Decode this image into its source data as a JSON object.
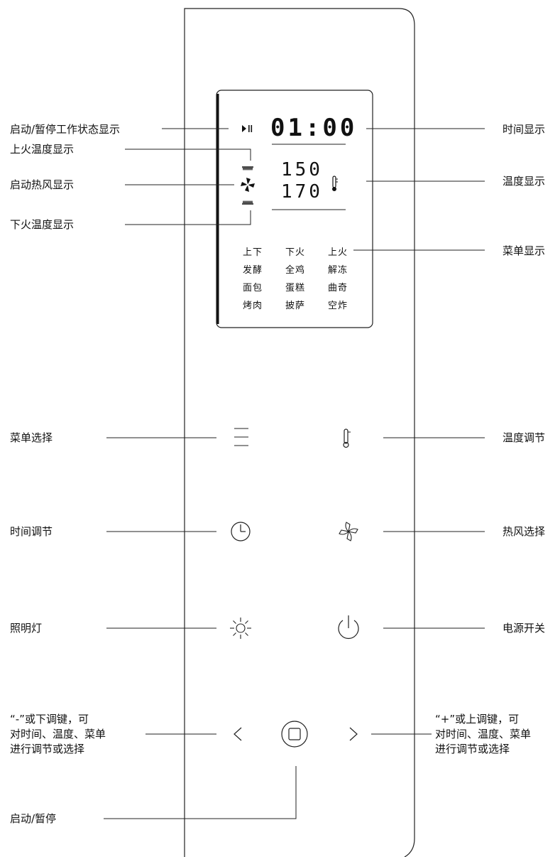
{
  "display": {
    "time": "01:00",
    "temp_upper": "150",
    "temp_lower": "170",
    "menu_items": [
      [
        "上下",
        "下火",
        "上火"
      ],
      [
        "发酵",
        "全鸡",
        "解冻"
      ],
      [
        "面包",
        "蛋糕",
        "曲奇"
      ],
      [
        "烤肉",
        "披萨",
        "空炸"
      ]
    ]
  },
  "labels": {
    "start_pause_status": "启动/暂停工作状态显示",
    "top_heat_temp": "上火温度显示",
    "convection_display": "启动热风显示",
    "bottom_heat_temp": "下火温度显示",
    "time_display": "时间显示",
    "temp_display": "温度显示",
    "menu_display": "菜单显示",
    "menu_select": "菜单选择",
    "temp_adjust": "温度调节",
    "time_adjust": "时间调节",
    "convection_select": "热风选择",
    "light": "照明灯",
    "power": "电源开关",
    "minus_key": "“-”或下调键，可\n对时间、温度、菜单\n进行调节或选择",
    "plus_key": "“+”或上调键，可\n对时间、温度、菜单\n进行调节或选择",
    "start_pause": "启动/暂停"
  },
  "icons": {
    "play_pause": "play-pause-icon",
    "fan": "fan-icon",
    "thermometer": "thermometer-icon",
    "menu": "menu-lines-icon",
    "clock": "clock-icon",
    "light": "sun-icon",
    "power": "power-icon",
    "left": "chevron-left-icon",
    "right": "chevron-right-icon",
    "start": "stop-square-icon"
  }
}
